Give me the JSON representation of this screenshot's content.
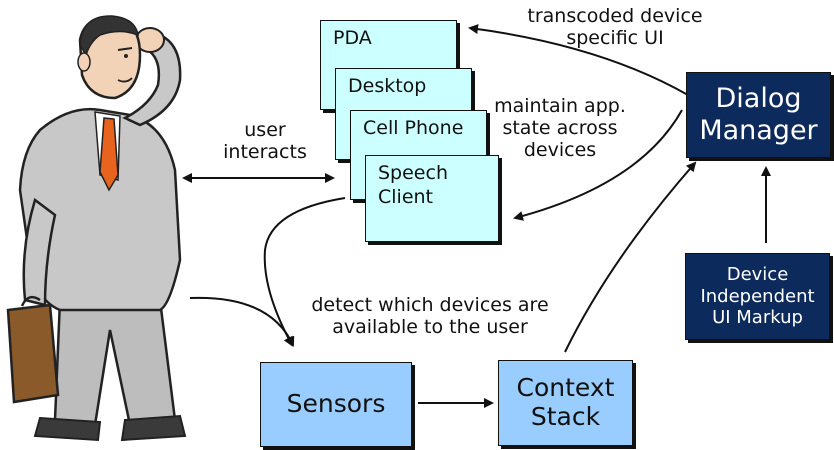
{
  "devices": {
    "pda": "PDA",
    "desktop": "Desktop",
    "cell_phone": "Cell Phone",
    "speech_client": "Speech\nClient"
  },
  "nodes": {
    "dialog_manager": "Dialog\nManager",
    "device_independent_markup": "Device\nIndependent\nUI Markup",
    "sensors": "Sensors",
    "context_stack": "Context\nStack"
  },
  "edge_labels": {
    "transcoded": "transcoded device\nspecific UI",
    "maintain_state": "maintain app.\nstate across\ndevices",
    "user_interacts": "user\ninteracts",
    "detect_devices": "detect which devices are\navailable to the user"
  },
  "colors": {
    "device_fill": "#ccffff",
    "blue_fill": "#99ccff",
    "navy_fill": "#0d2a5c",
    "line": "#111111"
  }
}
